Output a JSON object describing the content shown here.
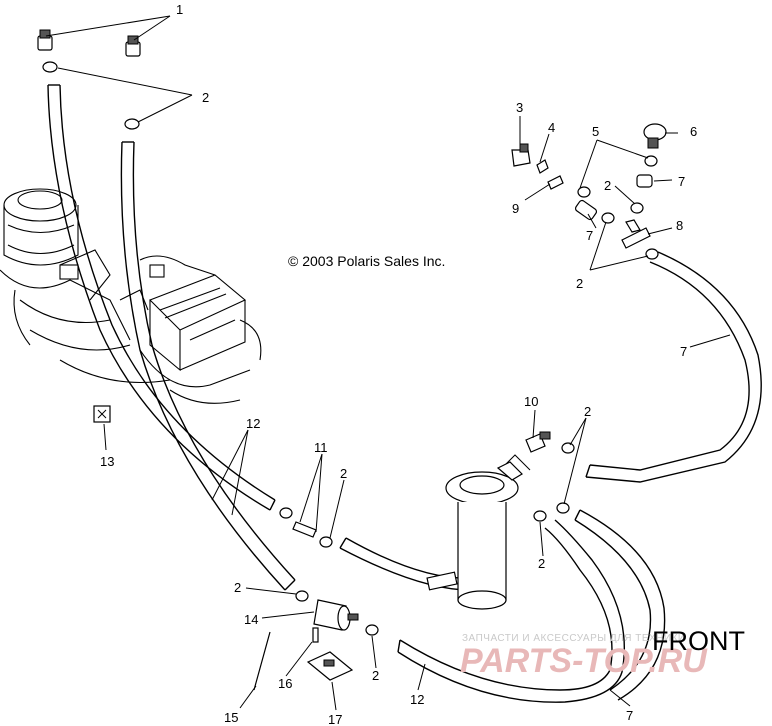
{
  "copyright": "© 2003 Polaris Sales Inc.",
  "front_label": "FRONT",
  "watermark": {
    "text": "ЗАПЧАСТИ И АКСЕССУАРЫ ДЛЯ ТЕХНИКИ",
    "logo": "PARTS-TOP.RU"
  },
  "callouts": {
    "c1": "1",
    "c2a": "2",
    "c3": "3",
    "c4": "4",
    "c5": "5",
    "c6": "6",
    "c7a": "7",
    "c2b": "2",
    "c9": "9",
    "c7b": "7",
    "c8": "8",
    "c2c": "2",
    "c7c": "7",
    "c10": "10",
    "c2d": "2",
    "c12a": "12",
    "c11": "11",
    "c2e": "2",
    "c13": "13",
    "c2f": "2",
    "c2g": "2",
    "c14": "14",
    "c2h": "2",
    "c16": "16",
    "c15": "15",
    "c17": "17",
    "c12b": "12",
    "c7d": "7"
  }
}
